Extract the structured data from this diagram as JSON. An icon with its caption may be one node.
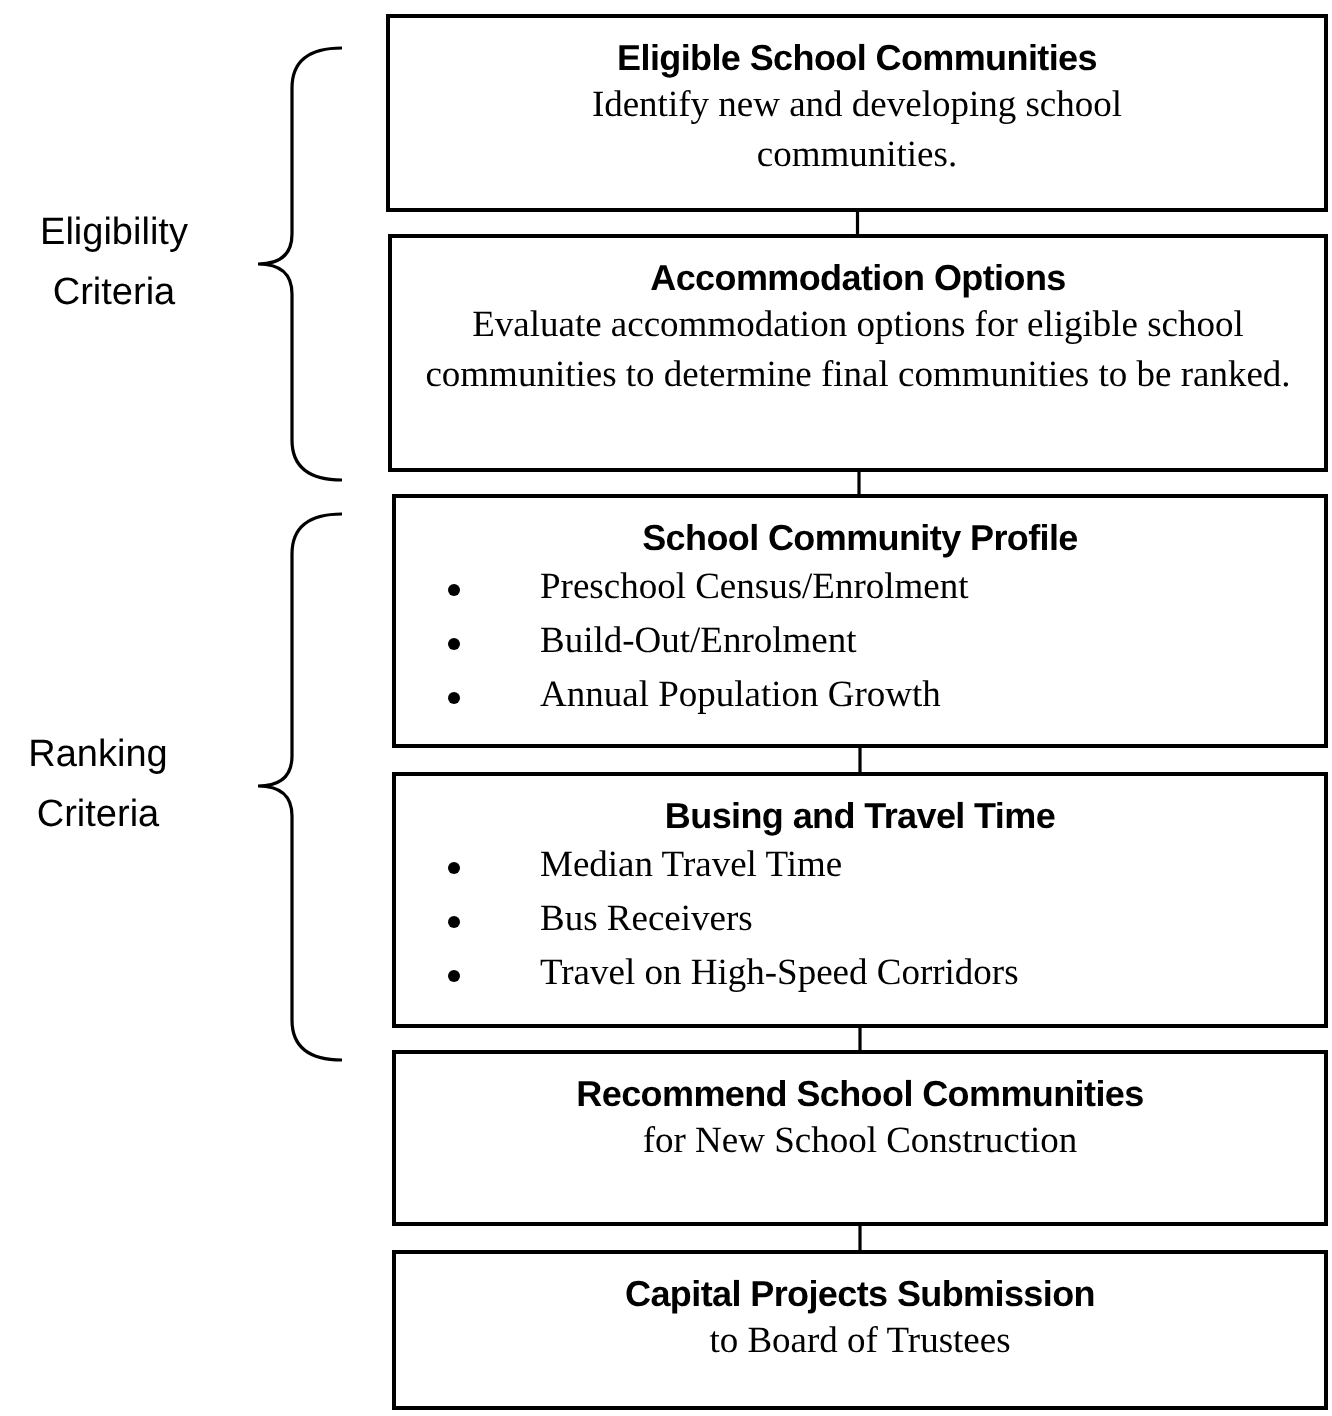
{
  "diagram": {
    "nodes": [
      {
        "text": [
          "Eligible School Communities",
          "Identify new and developing school communities."
        ]
      },
      {
        "text": [
          "Accommodation Options",
          "Evaluate accommodation options for eligible school communities to determine final communities to be ranked."
        ]
      },
      {
        "text": [
          "School Community Profile",
          "Preschool Census/Enrolment",
          "Build-Out/Enrolment",
          "Annual Population Growth"
        ]
      },
      {
        "text": [
          "Busing and Travel Time",
          "Median Travel Time",
          "Bus Receivers",
          "Travel on High-Speed Corridors"
        ]
      },
      {
        "text": [
          "Recommend School Communities",
          "for New School Construction"
        ]
      },
      {
        "text": [
          "Capital Projects Submission",
          "to Board of Trustees"
        ]
      }
    ],
    "edges": [
      {
        "from": 0,
        "to": 1,
        "arrow": "none"
      },
      {
        "from": 1,
        "to": 2,
        "arrow": "none"
      },
      {
        "from": 2,
        "to": 3,
        "arrow": "none"
      },
      {
        "from": 3,
        "to": 4,
        "arrow": "none"
      },
      {
        "from": 4,
        "to": 5,
        "arrow": "none"
      }
    ],
    "labels": [
      "Eligibility Criteria",
      "Ranking Criteria"
    ]
  }
}
